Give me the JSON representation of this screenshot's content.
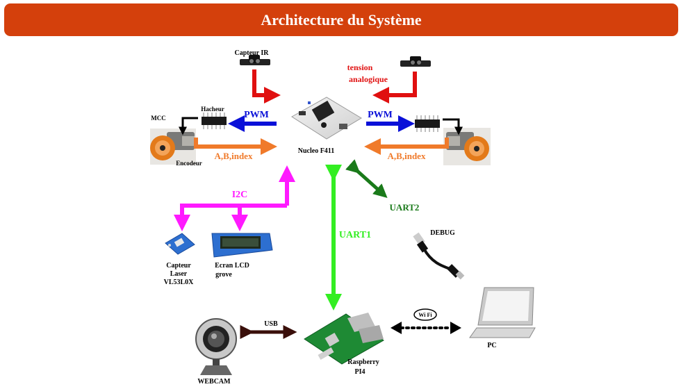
{
  "title": "Architecture du Système",
  "nodes": {
    "nucleo": "Nucleo F411",
    "ir_sensor": "Capteur IR",
    "analog_voltage": [
      "tension",
      "analogique"
    ],
    "hacheur": "Hacheur",
    "mcc": "MCC",
    "encodeur": "Encodeur",
    "laser_sensor": [
      "Capteur",
      "Laser",
      "VL53L0X"
    ],
    "lcd": [
      "Ecran LCD",
      "grove"
    ],
    "debug": "DEBUG",
    "pc": "PC",
    "raspberry": [
      "Raspberry",
      "PI4"
    ],
    "webcam": "WEBCAM"
  },
  "links": {
    "pwm_left": "PWM",
    "pwm_right": "PWM",
    "enc_left": "A,B,index",
    "enc_right": "A,B,index",
    "i2c": "I2C",
    "uart1": "UART1",
    "uart2": "UART2",
    "usb": "USB",
    "wifi": "Wi Fi"
  },
  "colors": {
    "banner": "#d4400c",
    "red": "#e01010",
    "blue": "#0a10d8",
    "orange": "#f07a2a",
    "magenta": "#ff1aff",
    "green": "#33ee22",
    "darkgreen": "#1a7a1a",
    "brown": "#3a0f0a",
    "black": "#000000"
  }
}
